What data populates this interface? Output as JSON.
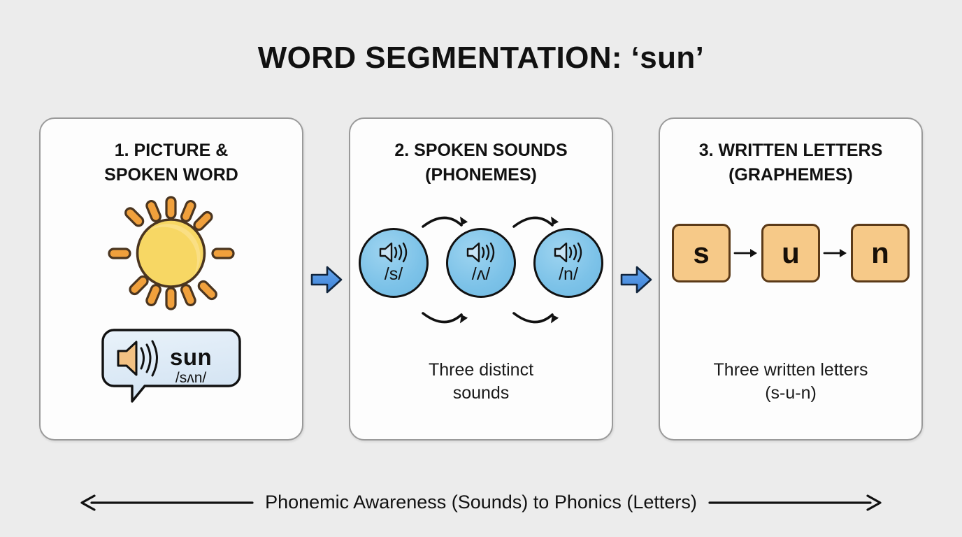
{
  "title": "WORD SEGMENTATION: ‘sun’",
  "colors": {
    "background": "#ececec",
    "card_bg": "#fdfdfd",
    "card_border": "#9a9a9a",
    "sun_body": "#f7d764",
    "sun_ray": "#f0a03c",
    "sun_outline": "#4a3520",
    "bubble_fill": "#dfeaf6",
    "bubble_outline": "#111111",
    "speaker_orange": "#f3c183",
    "phoneme_circle": "#7cc2e8",
    "phoneme_speaker": "#c8e4f6",
    "tile_fill": "#f6c988",
    "tile_border": "#5b3a18",
    "connector_arrow": "#4a90e2",
    "text": "#111111"
  },
  "panels": [
    {
      "number": "1",
      "title": "1. PICTURE &\nSPOKEN WORD",
      "icon": "sun-illustration",
      "bubble": {
        "word": "sun",
        "ipa": "/sʌn/",
        "icon": "speaker-icon"
      },
      "caption": ""
    },
    {
      "number": "2",
      "title": "2. SPOKEN SOUNDS\n(PHONEMES)",
      "phonemes": [
        {
          "ipa": "/s/",
          "icon": "speaker-icon"
        },
        {
          "ipa": "/ʌ/",
          "icon": "speaker-icon"
        },
        {
          "ipa": "/n/",
          "icon": "speaker-icon"
        }
      ],
      "caption": "Three distinct\nsounds"
    },
    {
      "number": "3",
      "title": "3. WRITTEN LETTERS\n(GRAPHEMES)",
      "letters": [
        "s",
        "u",
        "n"
      ],
      "caption": "Three written letters\n(s-u-n)"
    }
  ],
  "connectors": {
    "arrow_1_2": "right-arrow-icon",
    "arrow_2_3": "right-arrow-icon"
  },
  "footer": {
    "label": "Phonemic Awareness (Sounds) to Phonics (Letters)",
    "left_icon": "arrow-left-icon",
    "right_icon": "arrow-right-icon"
  }
}
